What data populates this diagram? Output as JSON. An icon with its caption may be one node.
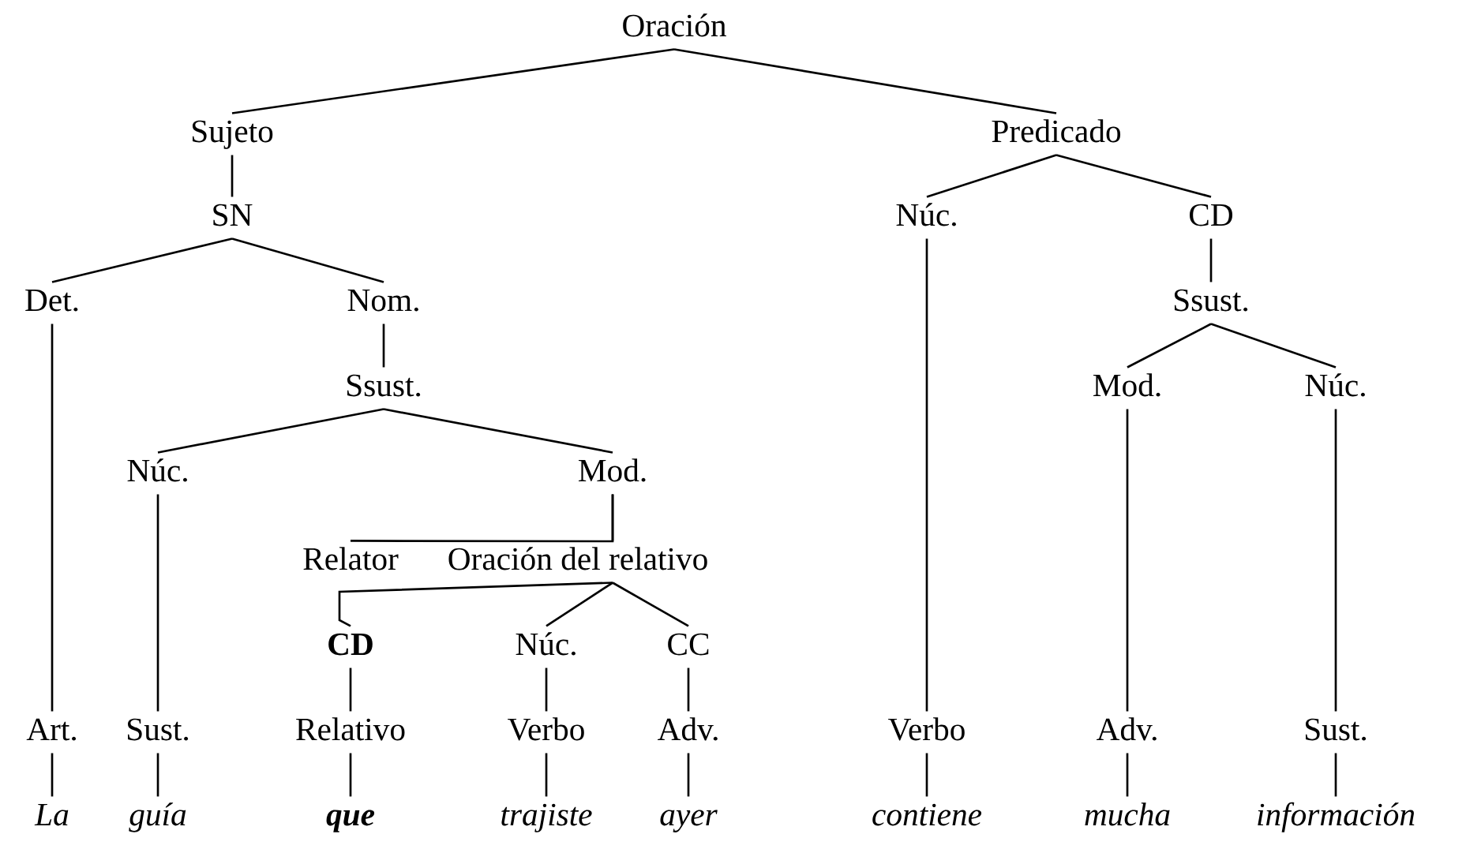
{
  "diagram": {
    "nodes": [
      {
        "text": [
          "Oración"
        ]
      },
      {
        "text": [
          "Sujeto"
        ]
      },
      {
        "text": [
          "Predicado"
        ]
      },
      {
        "text": [
          "SN"
        ]
      },
      {
        "text": [
          "Núc."
        ]
      },
      {
        "text": [
          "CD"
        ]
      },
      {
        "text": [
          "Det."
        ]
      },
      {
        "text": [
          "Nom."
        ]
      },
      {
        "text": [
          "Ssust."
        ]
      },
      {
        "text": [
          "Ssust."
        ]
      },
      {
        "text": [
          "Mod."
        ]
      },
      {
        "text": [
          "Núc."
        ]
      },
      {
        "text": [
          "Núc."
        ]
      },
      {
        "text": [
          "Mod."
        ]
      },
      {
        "text": [
          "Relator"
        ]
      },
      {
        "text": [
          "Oración del relativo"
        ]
      },
      {
        "text": [
          "CD"
        ]
      },
      {
        "text": [
          "Núc."
        ]
      },
      {
        "text": [
          "CC"
        ]
      },
      {
        "text": [
          "Art."
        ]
      },
      {
        "text": [
          "Sust."
        ]
      },
      {
        "text": [
          "Relativo"
        ]
      },
      {
        "text": [
          "Verbo"
        ]
      },
      {
        "text": [
          "Adv."
        ]
      },
      {
        "text": [
          "Verbo"
        ]
      },
      {
        "text": [
          "Adv."
        ]
      },
      {
        "text": [
          "Sust."
        ]
      },
      {
        "text": [
          "La"
        ]
      },
      {
        "text": [
          "guía"
        ]
      },
      {
        "text": [
          "que"
        ]
      },
      {
        "text": [
          "trajiste"
        ]
      },
      {
        "text": [
          "ayer"
        ]
      },
      {
        "text": [
          "contiene"
        ]
      },
      {
        "text": [
          "mucha"
        ]
      },
      {
        "text": [
          "información"
        ]
      }
    ],
    "edges": [
      {
        "from": 0,
        "to": 1,
        "arrow": "none"
      },
      {
        "from": 0,
        "to": 2,
        "arrow": "none"
      },
      {
        "from": 1,
        "to": 3,
        "arrow": "none"
      },
      {
        "from": 2,
        "to": 4,
        "arrow": "none"
      },
      {
        "from": 2,
        "to": 5,
        "arrow": "none"
      },
      {
        "from": 3,
        "to": 6,
        "arrow": "none"
      },
      {
        "from": 3,
        "to": 7,
        "arrow": "none"
      },
      {
        "from": 5,
        "to": 8,
        "arrow": "none"
      },
      {
        "from": 7,
        "to": 9,
        "arrow": "none"
      },
      {
        "from": 8,
        "to": 10,
        "arrow": "none"
      },
      {
        "from": 8,
        "to": 11,
        "arrow": "none"
      },
      {
        "from": 9,
        "to": 12,
        "arrow": "none"
      },
      {
        "from": 9,
        "to": 13,
        "arrow": "none"
      },
      {
        "from": 13,
        "to": 14,
        "arrow": "none"
      },
      {
        "from": 13,
        "to": 15,
        "arrow": "none"
      },
      {
        "from": 15,
        "to": 16,
        "arrow": "none"
      },
      {
        "from": 15,
        "to": 17,
        "arrow": "none"
      },
      {
        "from": 15,
        "to": 18,
        "arrow": "none"
      },
      {
        "from": 6,
        "to": 19,
        "arrow": "none"
      },
      {
        "from": 12,
        "to": 20,
        "arrow": "none"
      },
      {
        "from": 16,
        "to": 21,
        "arrow": "none"
      },
      {
        "from": 17,
        "to": 22,
        "arrow": "none"
      },
      {
        "from": 18,
        "to": 23,
        "arrow": "none"
      },
      {
        "from": 4,
        "to": 24,
        "arrow": "none"
      },
      {
        "from": 10,
        "to": 25,
        "arrow": "none"
      },
      {
        "from": 11,
        "to": 26,
        "arrow": "none"
      },
      {
        "from": 19,
        "to": 27,
        "arrow": "none"
      },
      {
        "from": 20,
        "to": 28,
        "arrow": "none"
      },
      {
        "from": 21,
        "to": 29,
        "arrow": "none"
      },
      {
        "from": 22,
        "to": 30,
        "arrow": "none"
      },
      {
        "from": 23,
        "to": 31,
        "arrow": "none"
      },
      {
        "from": 24,
        "to": 32,
        "arrow": "none"
      },
      {
        "from": 25,
        "to": 33,
        "arrow": "none"
      },
      {
        "from": 26,
        "to": 34,
        "arrow": "none"
      }
    ]
  }
}
